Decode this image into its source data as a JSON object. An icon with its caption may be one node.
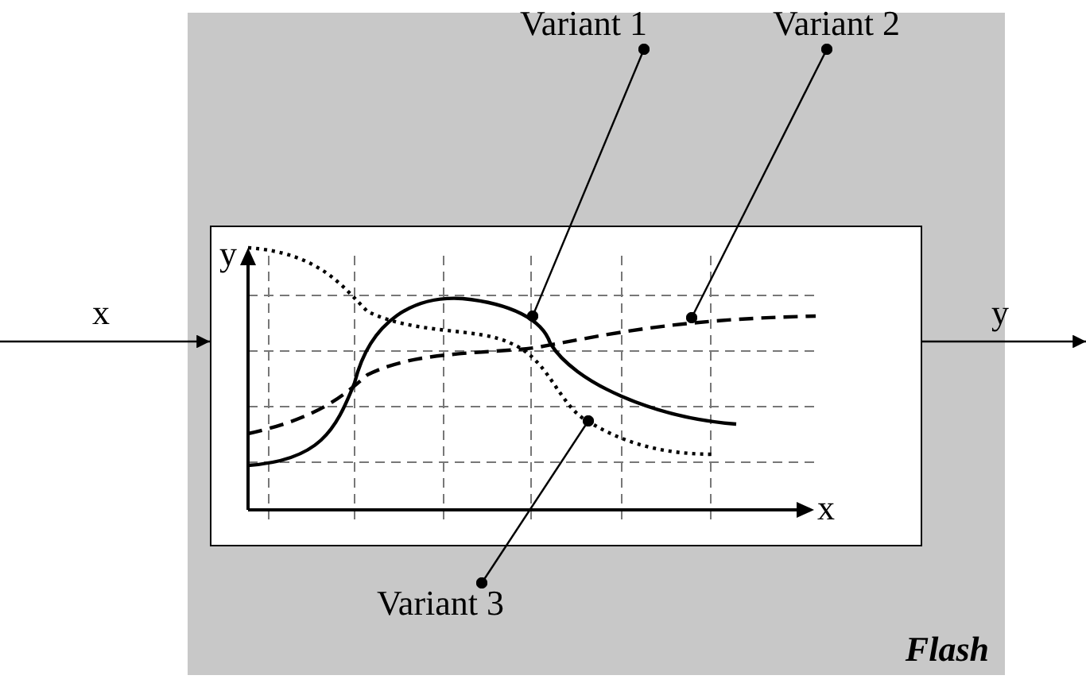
{
  "diagram": {
    "nodes": [
      {
        "text": [
          "Flash"
        ]
      },
      {
        "text": [
          "Variant 1"
        ],
        "in": 0
      },
      {
        "text": [
          "Variant 2"
        ],
        "in": 0
      },
      {
        "text": [],
        "shape": "box",
        "in": 0
      },
      {
        "text": [],
        "shape": "curve",
        "in": 3
      },
      {
        "text": [],
        "shape": "curve",
        "in": 3
      },
      {
        "text": [],
        "shape": "curve",
        "in": 3
      },
      {
        "text": [
          "Variant 3"
        ],
        "in": 0
      }
    ],
    "edges": [
      {
        "from": null,
        "to": 3,
        "arrow": "to",
        "label": "x"
      },
      {
        "from": 3,
        "to": null,
        "arrow": "to",
        "label": "y"
      },
      {
        "from": 1,
        "to": 4,
        "arrow": "other"
      },
      {
        "from": 2,
        "to": 5,
        "arrow": "other"
      },
      {
        "from": 7,
        "to": 6,
        "arrow": "other"
      }
    ],
    "labels": [
      "y",
      "x"
    ]
  }
}
